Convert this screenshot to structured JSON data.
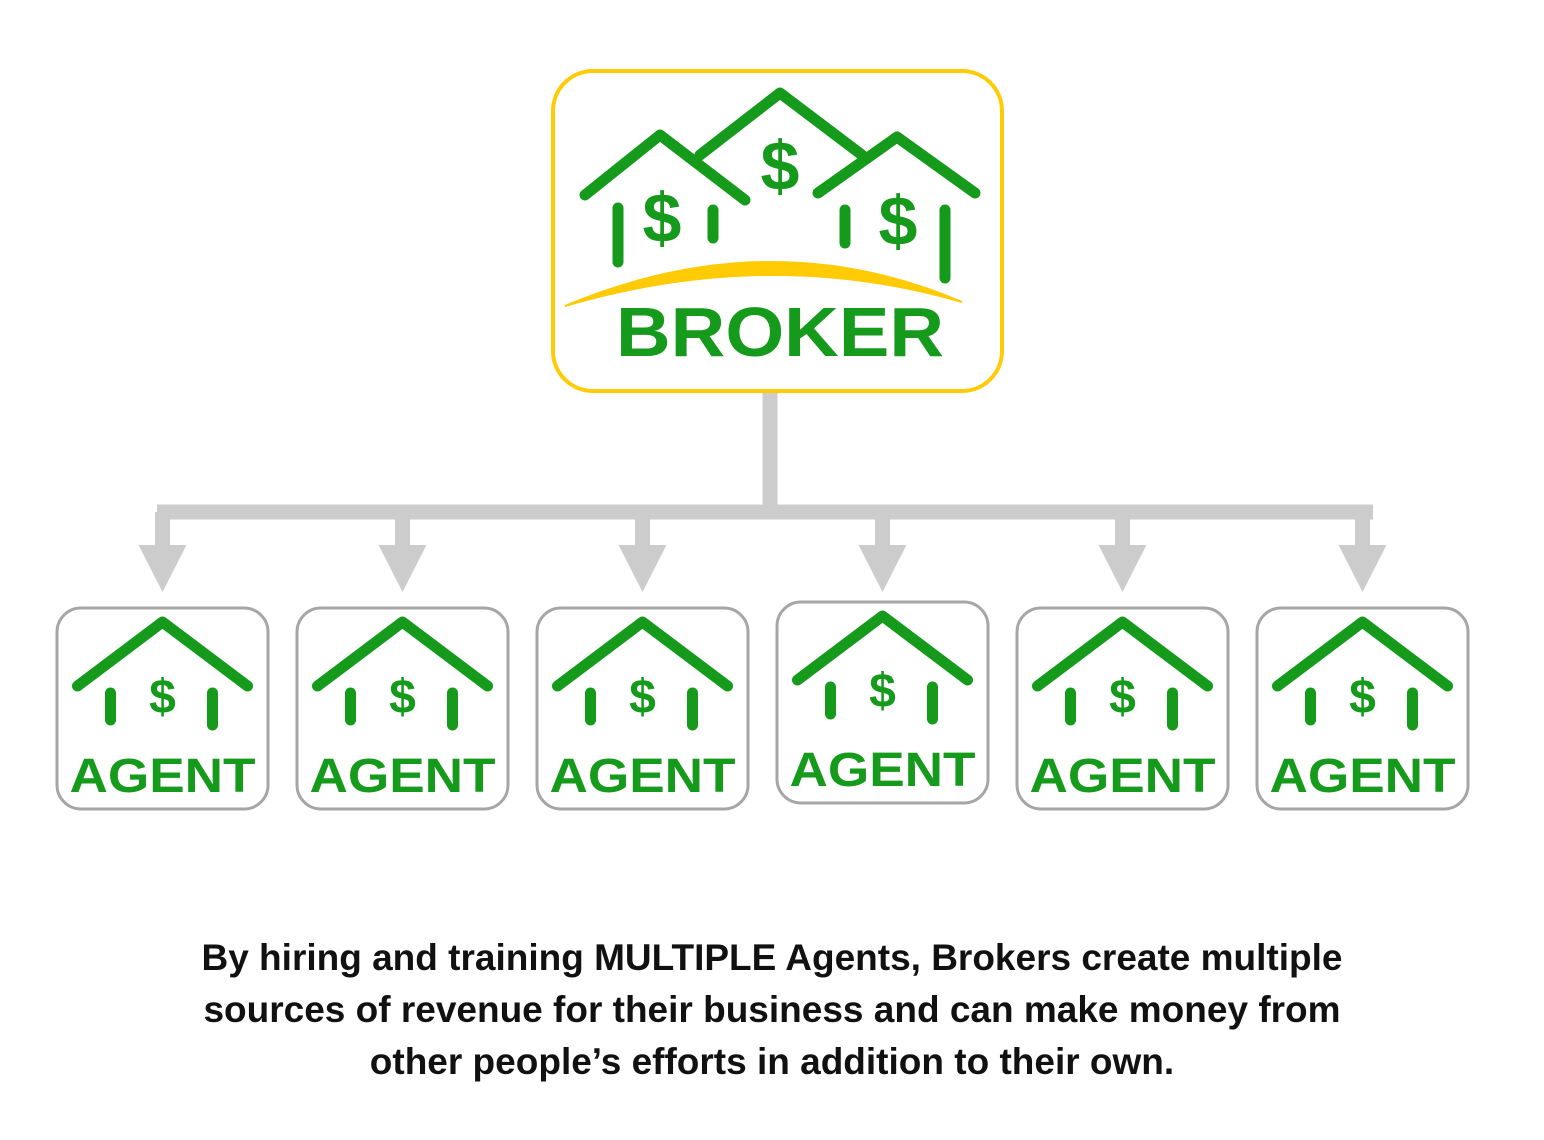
{
  "colors": {
    "green": "#159a1c",
    "gold": "#ffcb05",
    "gray_border": "#a6a6a6",
    "connector": "#cccccc",
    "text": "#111111"
  },
  "broker": {
    "label": "BROKER",
    "icon": "three-houses-dollar-icon",
    "dollar_sign": "$"
  },
  "agents": [
    {
      "label": "AGENT",
      "icon": "house-dollar-icon",
      "dollar_sign": "$"
    },
    {
      "label": "AGENT",
      "icon": "house-dollar-icon",
      "dollar_sign": "$"
    },
    {
      "label": "AGENT",
      "icon": "house-dollar-icon",
      "dollar_sign": "$"
    },
    {
      "label": "AGENT",
      "icon": "house-dollar-icon",
      "dollar_sign": "$"
    },
    {
      "label": "AGENT",
      "icon": "house-dollar-icon",
      "dollar_sign": "$"
    },
    {
      "label": "AGENT",
      "icon": "house-dollar-icon",
      "dollar_sign": "$"
    }
  ],
  "caption": {
    "line1": "By hiring and training MULTIPLE Agents, Brokers create multiple",
    "line2": "sources of revenue for their business and can make money from",
    "line3": "other people’s efforts in addition to their own."
  }
}
